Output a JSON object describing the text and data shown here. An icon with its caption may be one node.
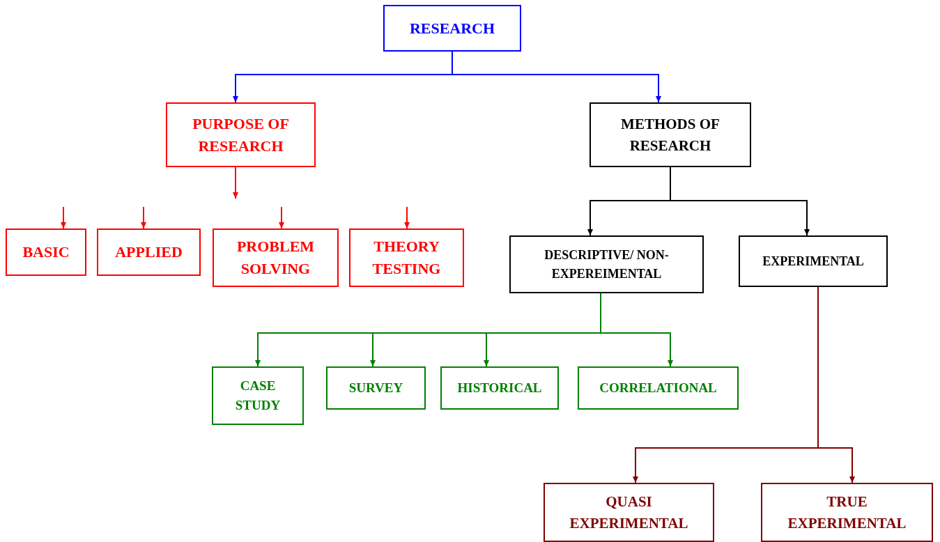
{
  "diagram": {
    "nodes": [
      {
        "text": [
          "RESEARCH"
        ]
      },
      {
        "text": [
          "PURPOSE OF RESEARCH"
        ]
      },
      {
        "text": [
          "METHODS OF RESEARCH"
        ]
      },
      {
        "text": [
          "BASIC"
        ]
      },
      {
        "text": [
          "APPLIED"
        ]
      },
      {
        "text": [
          "PROBLEM SOLVING"
        ]
      },
      {
        "text": [
          "THEORY TESTING"
        ]
      },
      {
        "text": [
          "DESCRIPTIVE/ NON-EXPEREIMENTAL"
        ]
      },
      {
        "text": [
          "EXPERIMENTAL"
        ]
      },
      {
        "text": [
          "CASE STUDY"
        ]
      },
      {
        "text": [
          "SURVEY"
        ]
      },
      {
        "text": [
          "HISTORICAL"
        ]
      },
      {
        "text": [
          "CORRELATIONAL"
        ]
      },
      {
        "text": [
          "QUASI EXPERIMENTAL"
        ]
      },
      {
        "text": [
          "TRUE EXPERIMENTAL"
        ]
      }
    ],
    "edges": [
      {
        "from": 0,
        "to": 1,
        "arrow": "to",
        "color": "#0000ff"
      },
      {
        "from": 0,
        "to": 2,
        "arrow": "to",
        "color": "#0000ff"
      },
      {
        "from": 1,
        "to": null,
        "arrow": "to"
      },
      {
        "from": null,
        "to": 3,
        "arrow": "to"
      },
      {
        "from": null,
        "to": 4,
        "arrow": "to"
      },
      {
        "from": null,
        "to": 5,
        "arrow": "to"
      },
      {
        "from": null,
        "to": 6,
        "arrow": "to"
      },
      {
        "from": 2,
        "to": 7,
        "arrow": "to",
        "color": "#000000"
      },
      {
        "from": 2,
        "to": 8,
        "arrow": "to",
        "color": "#000000"
      },
      {
        "from": 7,
        "to": 9,
        "arrow": "to",
        "color": "#008000"
      },
      {
        "from": 7,
        "to": 10,
        "arrow": "to",
        "color": "#008000"
      },
      {
        "from": 7,
        "to": 11,
        "arrow": "to",
        "color": "#008000"
      },
      {
        "from": 7,
        "to": 12,
        "arrow": "to",
        "color": "#008000"
      },
      {
        "from": 8,
        "to": 13,
        "arrow": "to",
        "color": "#800000"
      },
      {
        "from": 8,
        "to": 14,
        "arrow": "to",
        "color": "#800000"
      }
    ]
  }
}
